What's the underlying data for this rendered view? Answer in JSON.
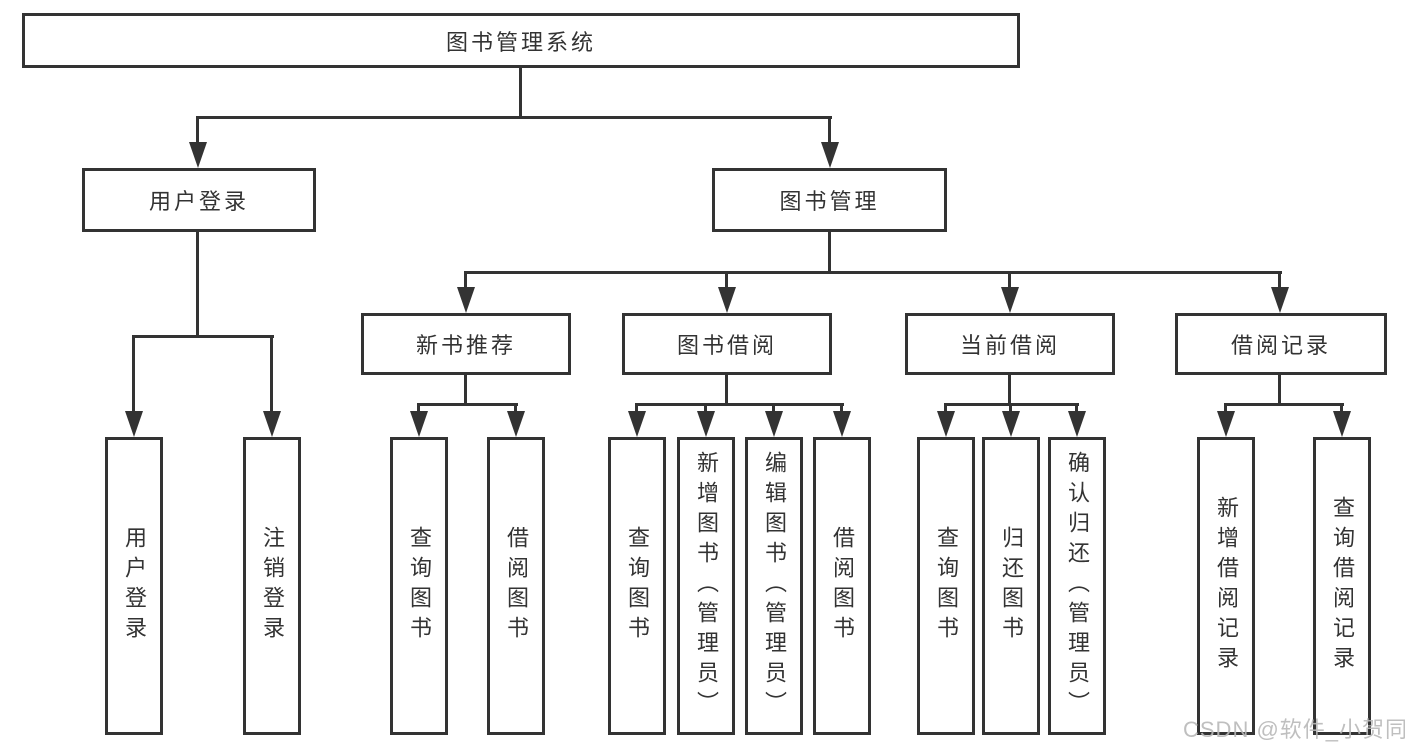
{
  "tree": {
    "root": {
      "label": "图书管理系统"
    },
    "user_login": {
      "label": "用户登录",
      "children": [
        {
          "label": "用户登录"
        },
        {
          "label": "注销登录"
        }
      ]
    },
    "book_mgmt": {
      "label": "图书管理",
      "sections": [
        {
          "label": "新书推荐",
          "children": [
            {
              "label": "查询图书"
            },
            {
              "label": "借阅图书"
            }
          ]
        },
        {
          "label": "图书借阅",
          "children": [
            {
              "label": "查询图书"
            },
            {
              "label": "新增图书（管理员）"
            },
            {
              "label": "编辑图书（管理员）"
            },
            {
              "label": "借阅图书"
            }
          ]
        },
        {
          "label": "当前借阅",
          "children": [
            {
              "label": "查询图书"
            },
            {
              "label": "归还图书"
            },
            {
              "label": "确认归还（管理员）"
            }
          ]
        },
        {
          "label": "借阅记录",
          "children": [
            {
              "label": "新增借阅记录"
            },
            {
              "label": "查询借阅记录"
            }
          ]
        }
      ]
    }
  },
  "watermark": "CSDN @软件_小贺同学",
  "colors": {
    "line": "#333333",
    "text": "#333333",
    "watermark": "#b9b9b9",
    "background": "#ffffff"
  }
}
